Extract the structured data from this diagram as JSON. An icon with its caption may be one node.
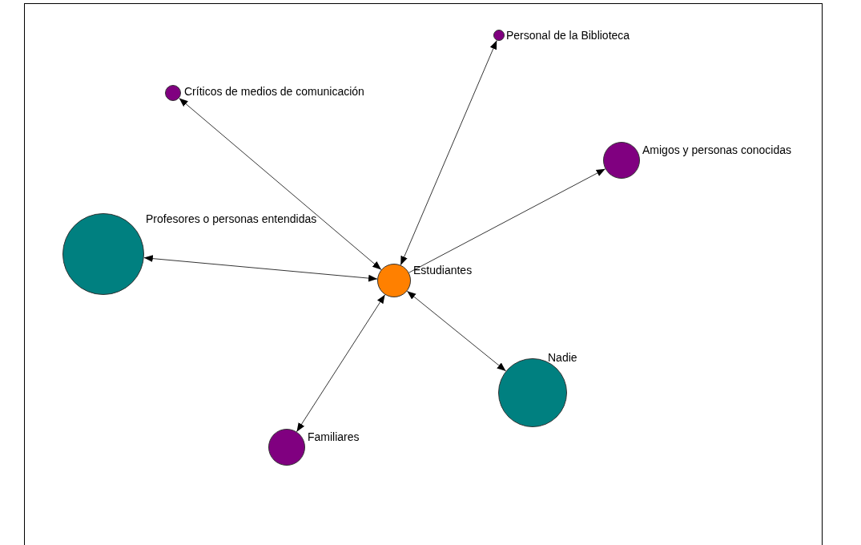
{
  "diagram": {
    "nodes": [
      {
        "text": [
          "Personal de la Biblioteca"
        ]
      },
      {
        "text": [
          "Críticos de medios de comunicación"
        ]
      },
      {
        "text": [
          "Amigos y personas conocidas"
        ]
      },
      {
        "text": [
          "Profesores o personas entendidas"
        ]
      },
      {
        "text": [
          "Estudiantes"
        ]
      },
      {
        "text": [
          "Nadie"
        ]
      },
      {
        "text": [
          "Familiares"
        ]
      }
    ],
    "edges": [
      {
        "from": 4,
        "to": 0,
        "arrow": "both"
      },
      {
        "from": 4,
        "to": 1,
        "arrow": "both"
      },
      {
        "from": 4,
        "to": 2,
        "arrow": "to"
      },
      {
        "from": 4,
        "to": 3,
        "arrow": "both"
      },
      {
        "from": 4,
        "to": 5,
        "arrow": "both"
      },
      {
        "from": 4,
        "to": 6,
        "arrow": "both"
      }
    ]
  }
}
